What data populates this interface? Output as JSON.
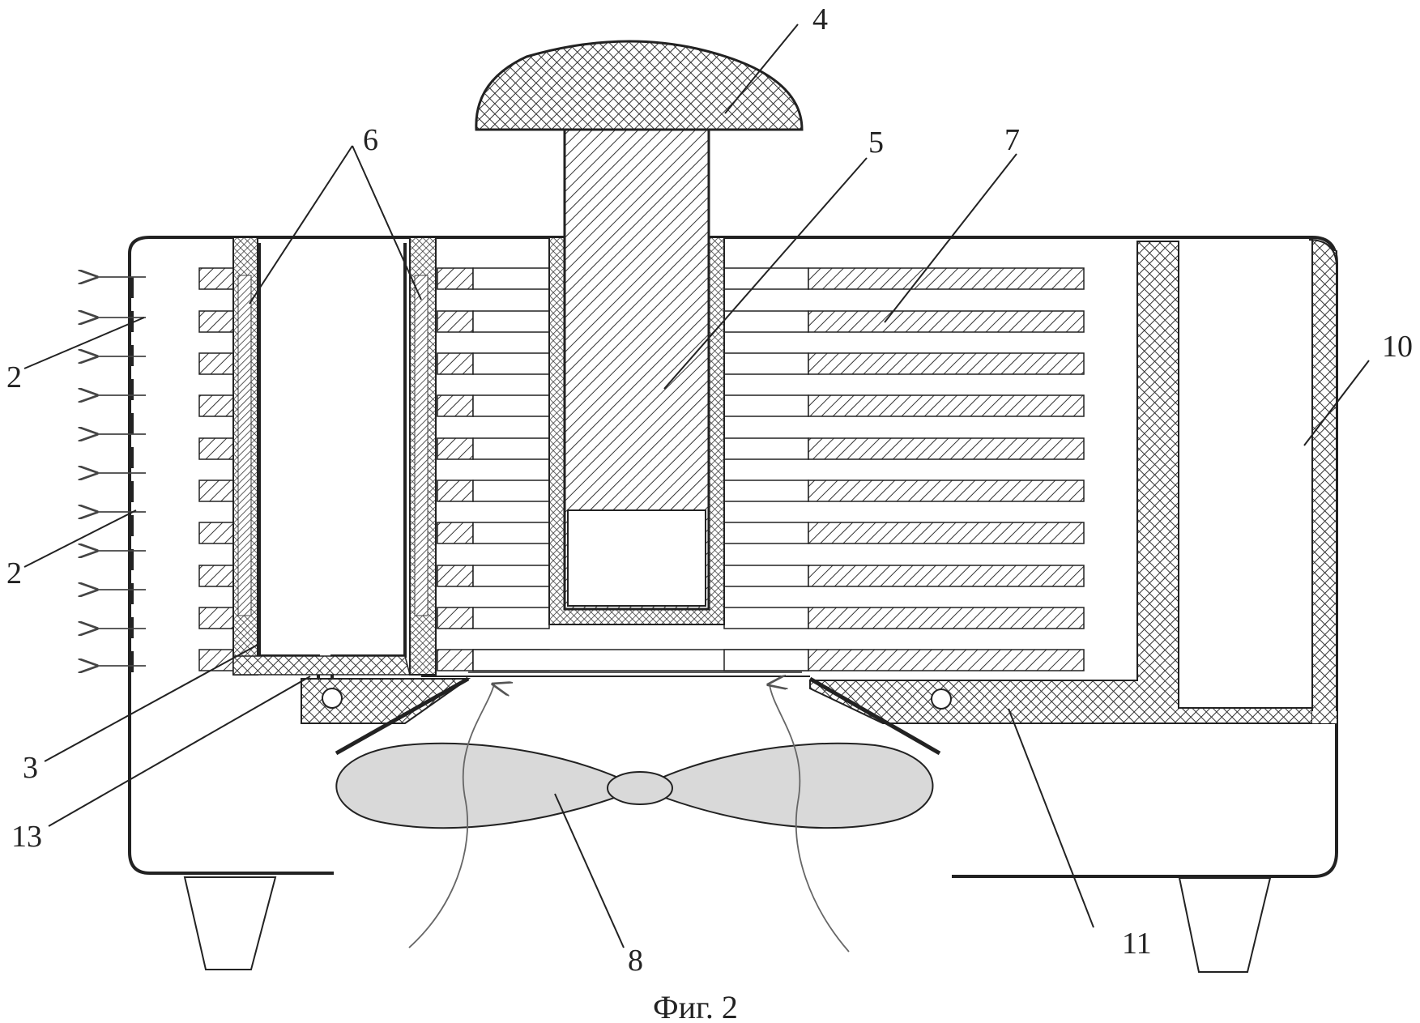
{
  "figure": {
    "caption": "Фиг. 2",
    "labels": {
      "l2a": "2",
      "l2b": "2",
      "l3": "3",
      "l4": "4",
      "l5": "5",
      "l6": "6",
      "l7": "7",
      "l8": "8",
      "l10": "10",
      "l11": "11",
      "l13": "13"
    }
  },
  "colors": {
    "ink": "#222222",
    "fan": "#d9d9d9"
  }
}
